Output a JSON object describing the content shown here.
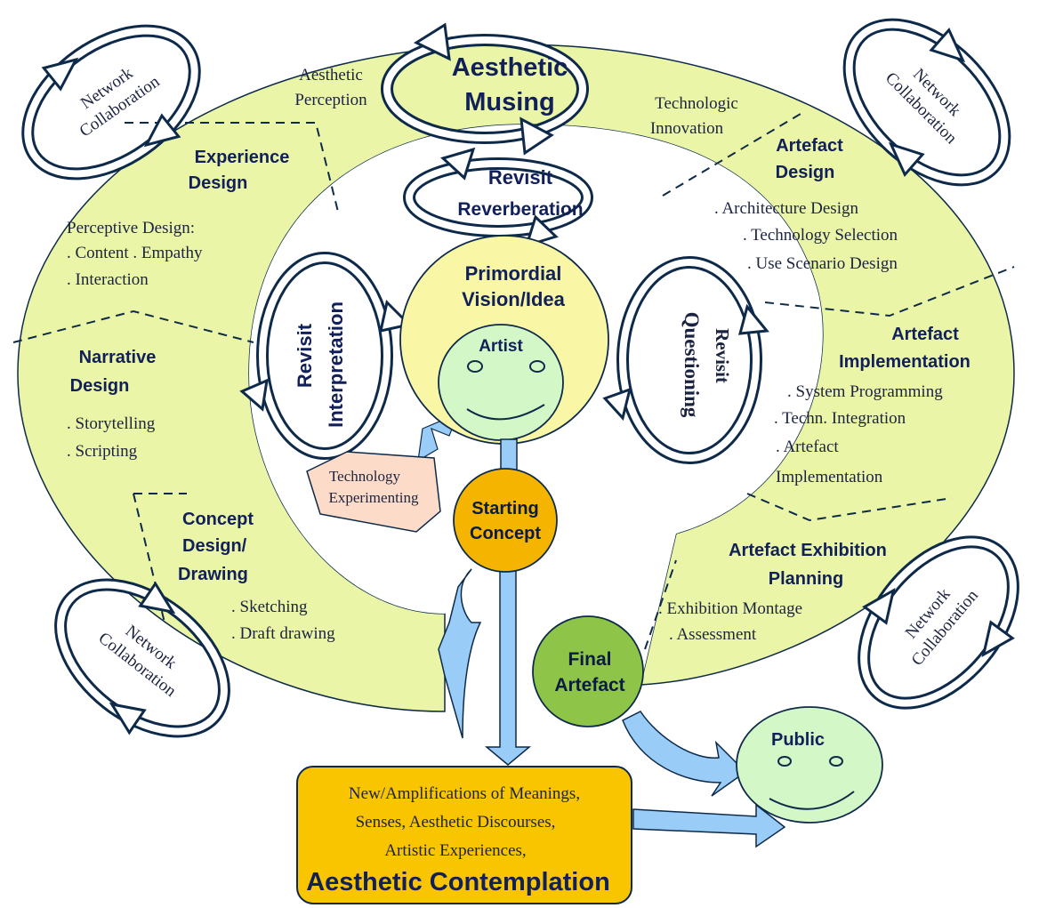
{
  "center": {
    "vision_line1": "Primordial",
    "vision_line2": "Vision/Idea",
    "artist": "Artist"
  },
  "loops": {
    "aesthetic_musing_line1": "Aesthetic",
    "aesthetic_musing_line2": "Musing",
    "revisit_reverberation_line1": "Revisit",
    "revisit_reverberation_line2": "Reverberation",
    "revisit_interpretation_line1": "Revisit",
    "revisit_interpretation_line2": "Interpretation",
    "revisit_questioning_line1": "Revisit",
    "revisit_questioning_line2": "Questioning"
  },
  "top_labels": {
    "aesthetic_perception_line1": "Aesthetic",
    "aesthetic_perception_line2": "Perception",
    "technologic_innovation_line1": "Technologic",
    "technologic_innovation_line2": "Innovation"
  },
  "network": {
    "line1": "Network",
    "line2": "Collaboration"
  },
  "sections": {
    "experience_design": {
      "title_line1": "Experience",
      "title_line2": "Design",
      "items": [
        "Perceptive Design:",
        ". Content . Empathy",
        ". Interaction"
      ]
    },
    "narrative_design": {
      "title_line1": "Narrative",
      "title_line2": "Design",
      "items": [
        ". Storytelling",
        ". Scripting"
      ]
    },
    "concept_design": {
      "title_line1": "Concept",
      "title_line2": "Design/",
      "title_line3": "Drawing",
      "items": [
        ". Sketching",
        ". Draft drawing"
      ]
    },
    "artefact_design": {
      "title_line1": "Artefact",
      "title_line2": "Design",
      "items": [
        ". Architecture Design",
        ". Technology Selection",
        ". Use Scenario Design"
      ]
    },
    "artefact_implementation": {
      "title_line1": "Artefact",
      "title_line2": "Implementation",
      "items": [
        ". System Programming",
        ". Techn. Integration",
        ". Artefact",
        "Implementation"
      ]
    },
    "artefact_exhibition": {
      "title_line1": "Artefact Exhibition",
      "title_line2": "Planning",
      "items": [
        ". Exhibition Montage",
        ". Assessment"
      ]
    }
  },
  "technology_experimenting": {
    "line1": "Technology",
    "line2": "Experimenting"
  },
  "starting_concept": {
    "line1": "Starting",
    "line2": "Concept"
  },
  "final_artefact": {
    "line1": "Final",
    "line2": "Artefact"
  },
  "public": "Public",
  "outcome": {
    "line1": "New/Amplifications of Meanings,",
    "line2": "Senses, Aesthetic Discourses,",
    "line3": "Artistic Experiences,",
    "line4": "Aesthetic Contemplation"
  },
  "colors": {
    "outer_ring": "#eaf5a8",
    "vision_circle": "#f9f7a6",
    "face": "#d4f7c8",
    "starting_concept": "#f5b400",
    "final_artefact": "#8ec448",
    "outcome_box": "#f9c400",
    "flow_arrow": "#99cdf7",
    "tech_box": "#fcdcc8",
    "loop_stroke": "#0e2a4a"
  }
}
